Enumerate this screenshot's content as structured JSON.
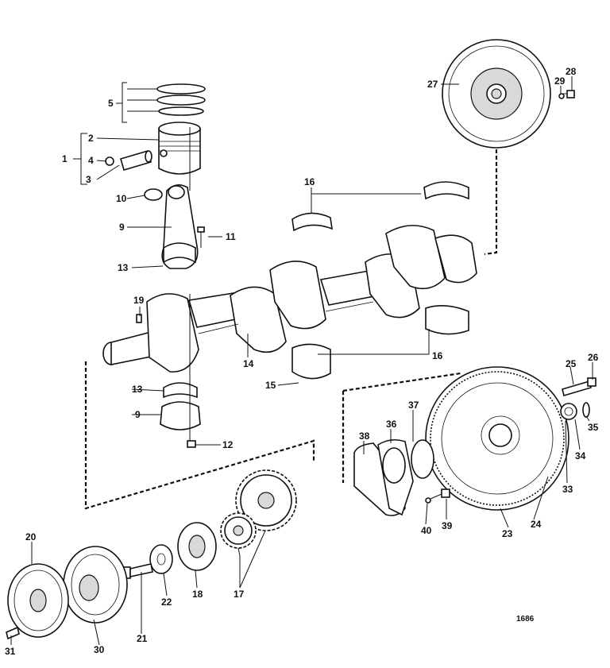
{
  "labels": {
    "l1": "1",
    "l2": "2",
    "l3": "3",
    "l4": "4",
    "l5": "5",
    "l9a": "9",
    "l9b": "9",
    "l10": "10",
    "l11": "11",
    "l12": "12",
    "l13a": "13",
    "l13b": "13",
    "l14": "14",
    "l15": "15",
    "l16a": "16",
    "l16b": "16",
    "l17": "17",
    "l18": "18",
    "l19": "19",
    "l20": "20",
    "l21": "21",
    "l22": "22",
    "l23": "23",
    "l24": "24",
    "l25": "25",
    "l26": "26",
    "l27": "27",
    "l28": "28",
    "l29": "29",
    "l30": "30",
    "l31": "31",
    "l33": "33",
    "l34": "34",
    "l35": "35",
    "l36": "36",
    "l37": "37",
    "l38": "38",
    "l39": "39",
    "l40": "40"
  },
  "reference_number": "1686"
}
